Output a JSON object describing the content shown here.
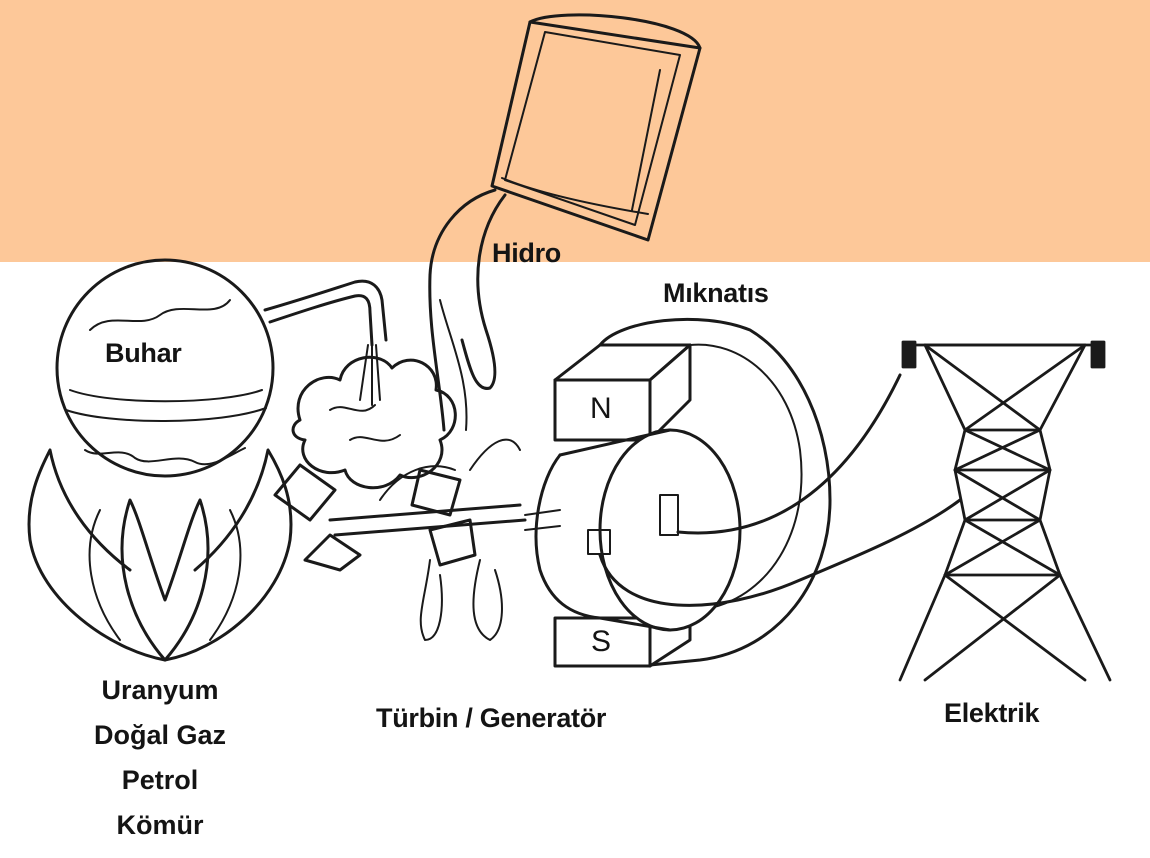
{
  "colors": {
    "band": "#fdc899",
    "ink": "#1a1a1a",
    "paper": "#ffffff"
  },
  "labels": {
    "hydro": "Hidro",
    "magnet": "Mıknatıs",
    "steam": "Buhar",
    "turbine_generator": "Türbin / Generatör",
    "electricity": "Elektrik",
    "pole_n": "N",
    "pole_s": "S"
  },
  "fuels": [
    "Uranyum",
    "Doğal Gaz",
    "Petrol",
    "Kömür"
  ],
  "icons": [
    "water-bucket-icon",
    "steam-flask-icon",
    "flame-icon",
    "turbine-icon",
    "magnet-icon",
    "generator-icon",
    "transmission-tower-icon"
  ]
}
